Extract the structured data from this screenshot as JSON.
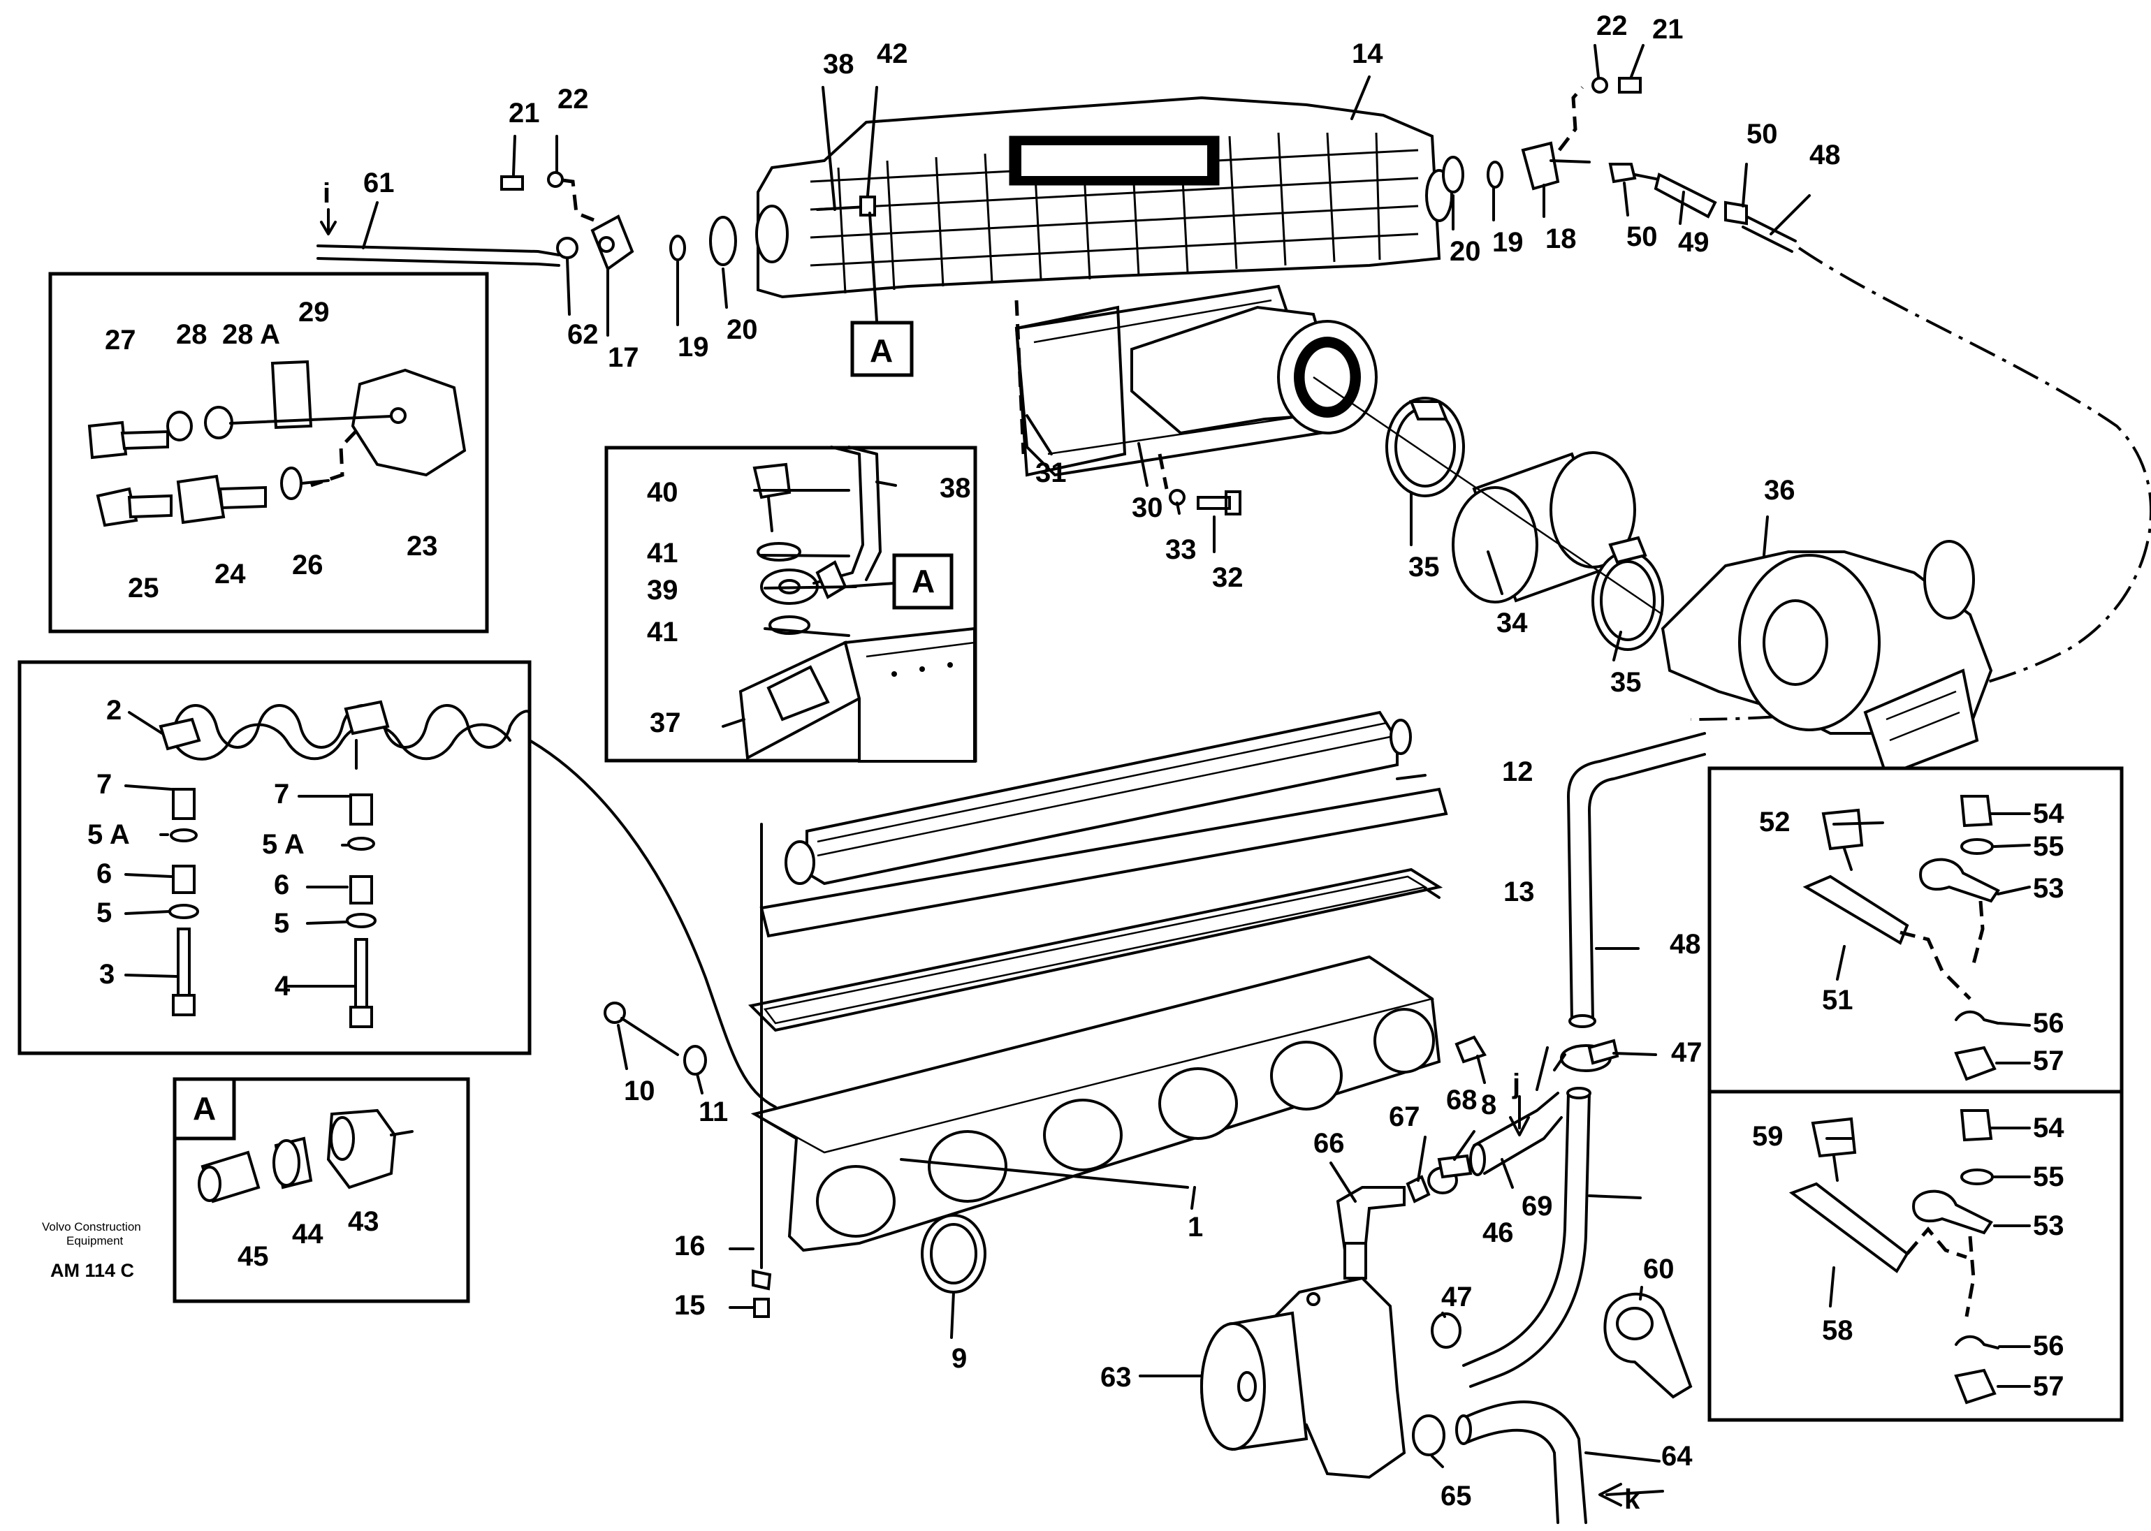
{
  "diagram": {
    "callouts": [
      {
        "id": "c1",
        "text": "1"
      },
      {
        "id": "c2",
        "text": "2"
      },
      {
        "id": "c3",
        "text": "3"
      },
      {
        "id": "c4",
        "text": "4"
      },
      {
        "id": "c5a",
        "text": "5"
      },
      {
        "id": "c5b",
        "text": "5"
      },
      {
        "id": "c5A1",
        "text": "5 A"
      },
      {
        "id": "c5A2",
        "text": "5 A"
      },
      {
        "id": "c6a",
        "text": "6"
      },
      {
        "id": "c6b",
        "text": "6"
      },
      {
        "id": "c7a",
        "text": "7"
      },
      {
        "id": "c7b",
        "text": "7"
      },
      {
        "id": "c8",
        "text": "8"
      },
      {
        "id": "c9",
        "text": "9"
      },
      {
        "id": "c10",
        "text": "10"
      },
      {
        "id": "c11",
        "text": "11"
      },
      {
        "id": "c12",
        "text": "12"
      },
      {
        "id": "c13",
        "text": "13"
      },
      {
        "id": "c14",
        "text": "14"
      },
      {
        "id": "c15",
        "text": "15"
      },
      {
        "id": "c16",
        "text": "16"
      },
      {
        "id": "c17",
        "text": "17"
      },
      {
        "id": "c18",
        "text": "18"
      },
      {
        "id": "c19a",
        "text": "19"
      },
      {
        "id": "c19b",
        "text": "19"
      },
      {
        "id": "c20a",
        "text": "20"
      },
      {
        "id": "c20b",
        "text": "20"
      },
      {
        "id": "c21a",
        "text": "21"
      },
      {
        "id": "c21b",
        "text": "21"
      },
      {
        "id": "c22a",
        "text": "22"
      },
      {
        "id": "c22b",
        "text": "22"
      },
      {
        "id": "c23",
        "text": "23"
      },
      {
        "id": "c24",
        "text": "24"
      },
      {
        "id": "c25",
        "text": "25"
      },
      {
        "id": "c26",
        "text": "26"
      },
      {
        "id": "c27",
        "text": "27"
      },
      {
        "id": "c28",
        "text": "28"
      },
      {
        "id": "c28A",
        "text": "28 A"
      },
      {
        "id": "c29",
        "text": "29"
      },
      {
        "id": "c30",
        "text": "30"
      },
      {
        "id": "c31",
        "text": "31"
      },
      {
        "id": "c32",
        "text": "32"
      },
      {
        "id": "c33",
        "text": "33"
      },
      {
        "id": "c34",
        "text": "34"
      },
      {
        "id": "c35a",
        "text": "35"
      },
      {
        "id": "c35b",
        "text": "35"
      },
      {
        "id": "c36",
        "text": "36"
      },
      {
        "id": "c37",
        "text": "37"
      },
      {
        "id": "c38a",
        "text": "38"
      },
      {
        "id": "c38b",
        "text": "38"
      },
      {
        "id": "c39",
        "text": "39"
      },
      {
        "id": "c40",
        "text": "40"
      },
      {
        "id": "c41a",
        "text": "41"
      },
      {
        "id": "c41b",
        "text": "41"
      },
      {
        "id": "c42",
        "text": "42"
      },
      {
        "id": "c43",
        "text": "43"
      },
      {
        "id": "c44",
        "text": "44"
      },
      {
        "id": "c45",
        "text": "45"
      },
      {
        "id": "c46",
        "text": "46"
      },
      {
        "id": "c47a",
        "text": "47"
      },
      {
        "id": "c47b",
        "text": "47"
      },
      {
        "id": "c48a",
        "text": "48"
      },
      {
        "id": "c48b",
        "text": "48"
      },
      {
        "id": "c49",
        "text": "49"
      },
      {
        "id": "c50a",
        "text": "50"
      },
      {
        "id": "c50b",
        "text": "50"
      },
      {
        "id": "c51",
        "text": "51"
      },
      {
        "id": "c52",
        "text": "52"
      },
      {
        "id": "c53a",
        "text": "53"
      },
      {
        "id": "c53b",
        "text": "53"
      },
      {
        "id": "c54a",
        "text": "54"
      },
      {
        "id": "c54b",
        "text": "54"
      },
      {
        "id": "c55a",
        "text": "55"
      },
      {
        "id": "c55b",
        "text": "55"
      },
      {
        "id": "c56a",
        "text": "56"
      },
      {
        "id": "c56b",
        "text": "56"
      },
      {
        "id": "c57a",
        "text": "57"
      },
      {
        "id": "c57b",
        "text": "57"
      },
      {
        "id": "c58",
        "text": "58"
      },
      {
        "id": "c59",
        "text": "59"
      },
      {
        "id": "c60",
        "text": "60"
      },
      {
        "id": "c61",
        "text": "61"
      },
      {
        "id": "c62",
        "text": "62"
      },
      {
        "id": "c63",
        "text": "63"
      },
      {
        "id": "c64",
        "text": "64"
      },
      {
        "id": "c65",
        "text": "65"
      },
      {
        "id": "c66",
        "text": "66"
      },
      {
        "id": "c67",
        "text": "67"
      },
      {
        "id": "c68",
        "text": "68"
      },
      {
        "id": "c69",
        "text": "69"
      }
    ],
    "flow_markers": {
      "i": "i",
      "j": "j",
      "k": "k"
    },
    "detail_ref_labels": {
      "a1": "A",
      "a2": "A",
      "a3": "A"
    },
    "publisher_note": {
      "line1": "Volvo Construction",
      "line2": "Equipment",
      "code": "AM 114 C"
    }
  }
}
